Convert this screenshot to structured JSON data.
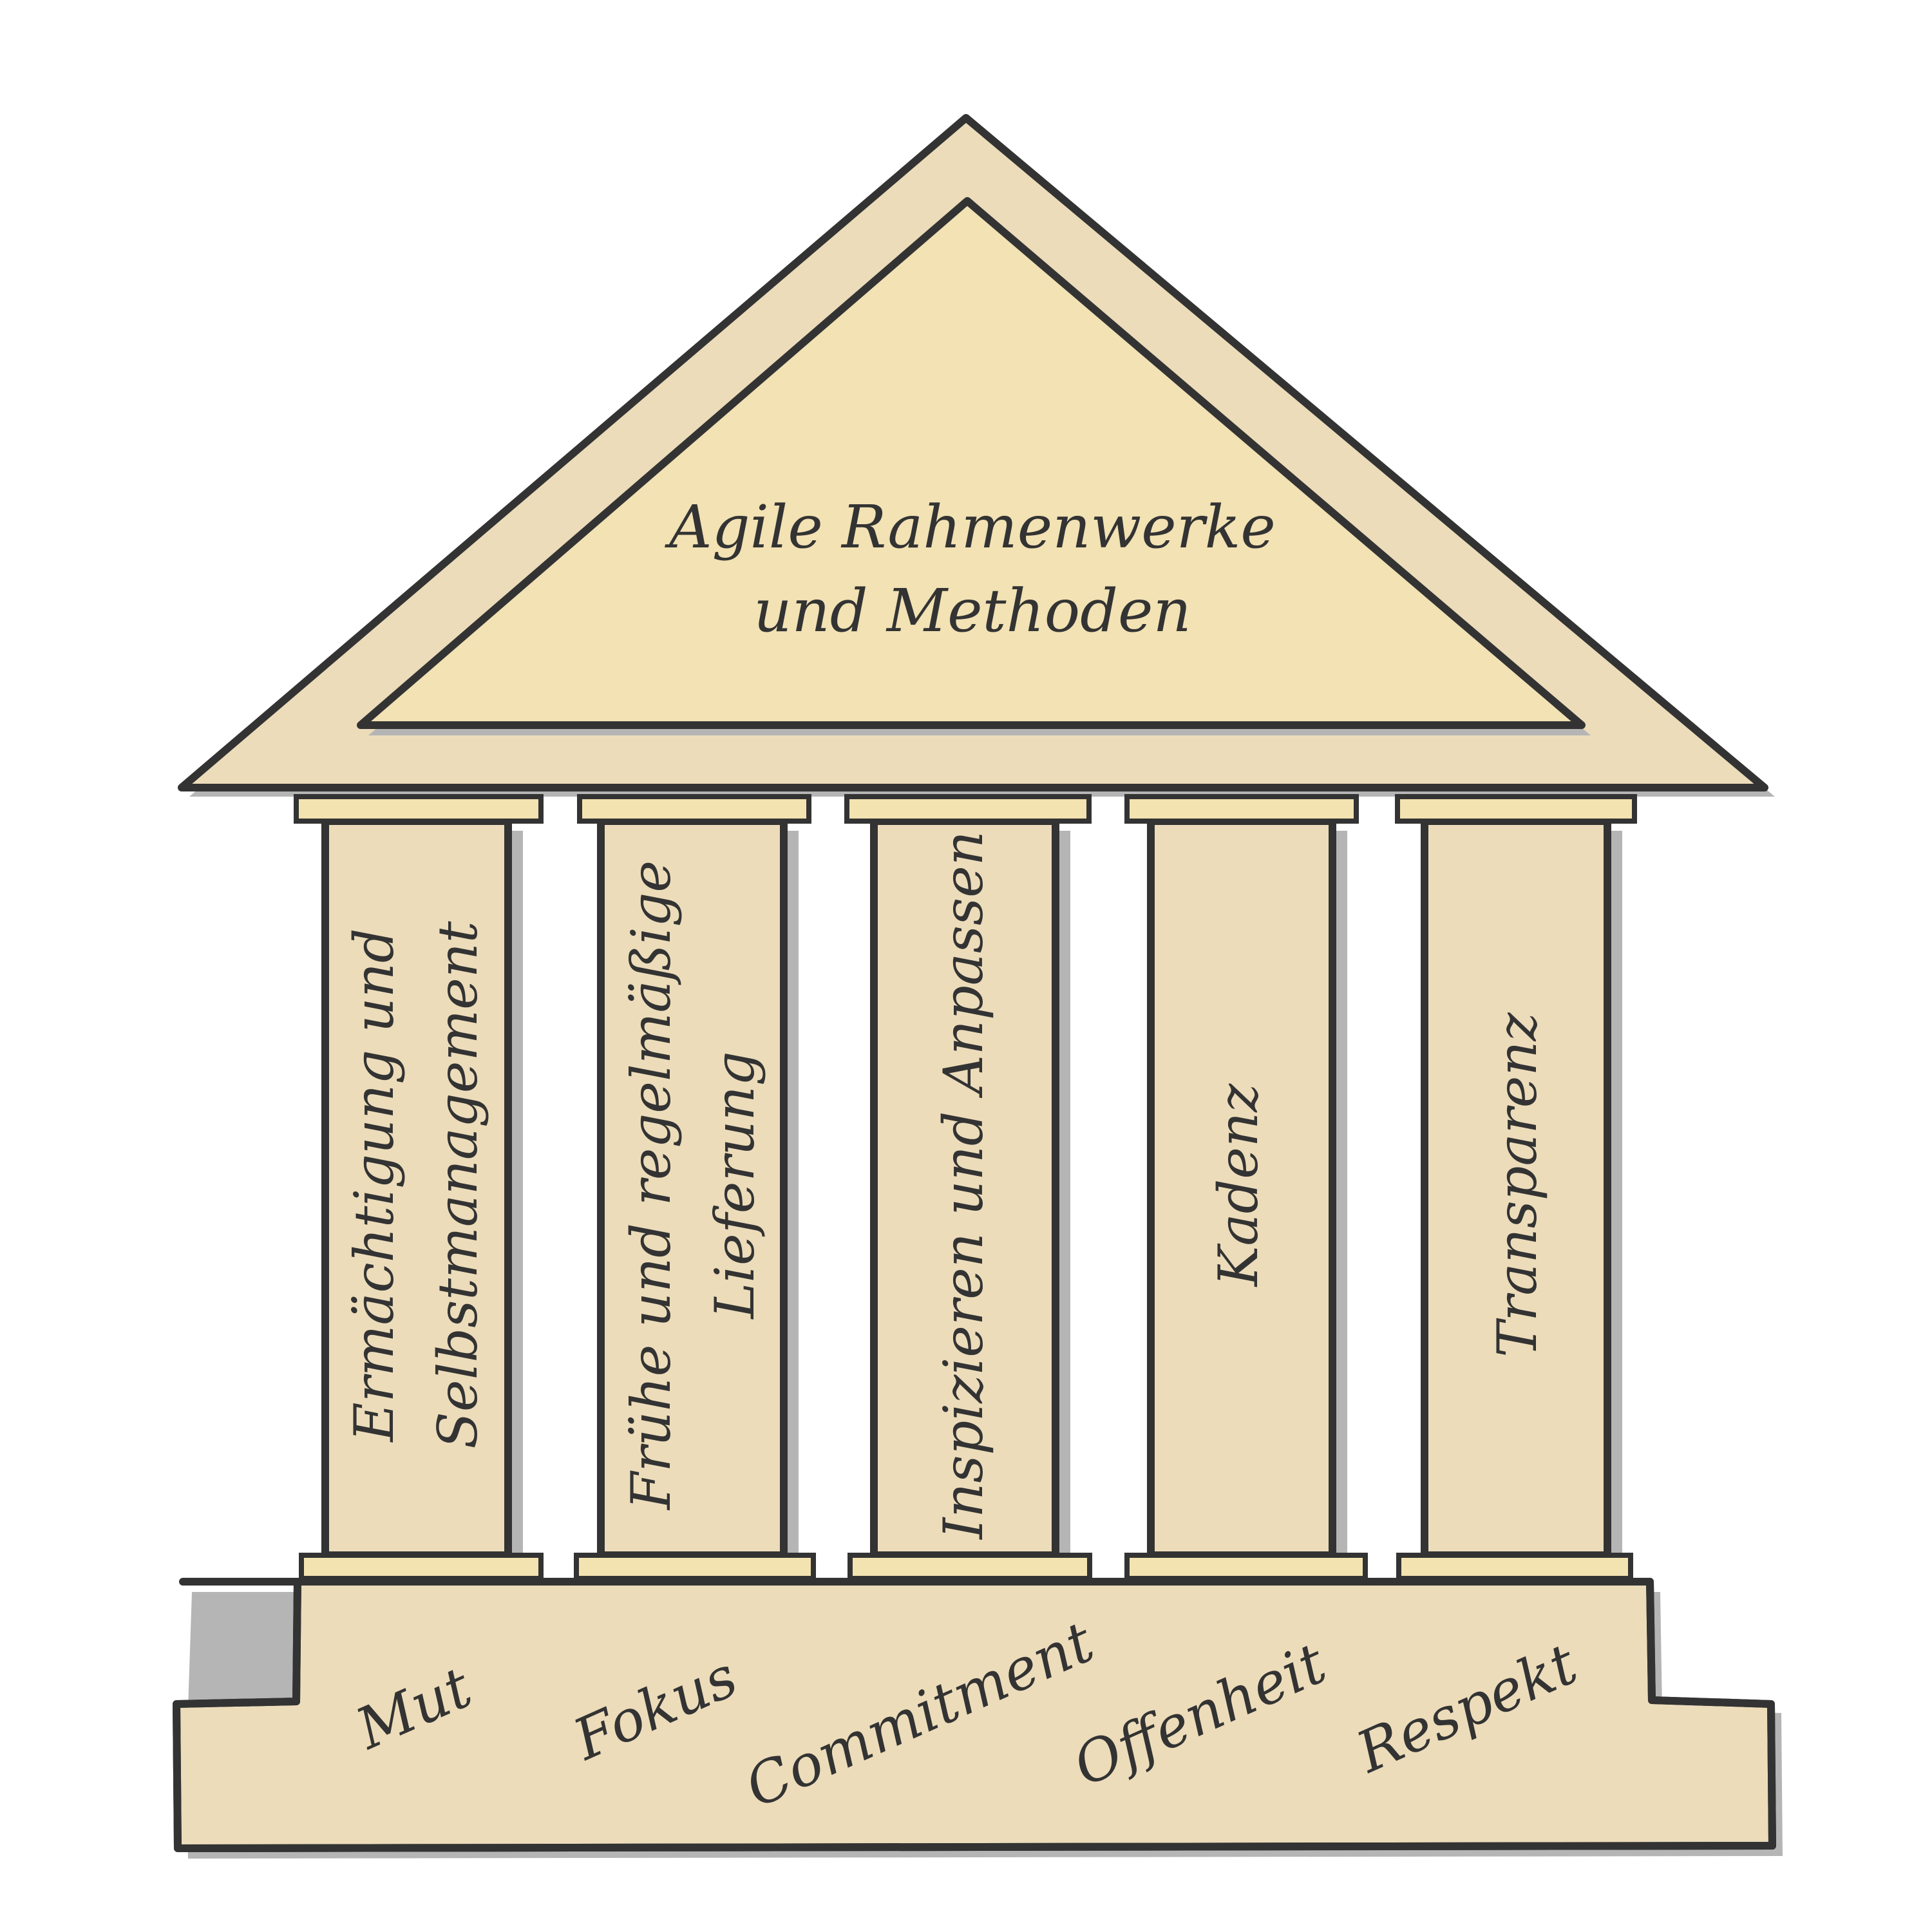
{
  "roof": {
    "line1": "Agile Rahmenwerke",
    "line2": "und Methoden"
  },
  "pillars": [
    {
      "line1": "Ermächtigung und",
      "line2": "Selbstmanagement"
    },
    {
      "line1": "Frühe und regelmäßige",
      "line2": "Lieferung"
    },
    {
      "line1": "Inspizieren und Anpassen",
      "line2": ""
    },
    {
      "line1": "Kadenz",
      "line2": ""
    },
    {
      "line1": "Transparenz",
      "line2": ""
    }
  ],
  "values": [
    "Mut",
    "Fokus",
    "Commitment",
    "Offenheit",
    "Respekt"
  ],
  "colors": {
    "outline": "#333333",
    "body": "#ecdcba",
    "roof_inner": "#f2e2b4",
    "capital": "#f3e3b0",
    "shadow": "#b5b5b5"
  }
}
